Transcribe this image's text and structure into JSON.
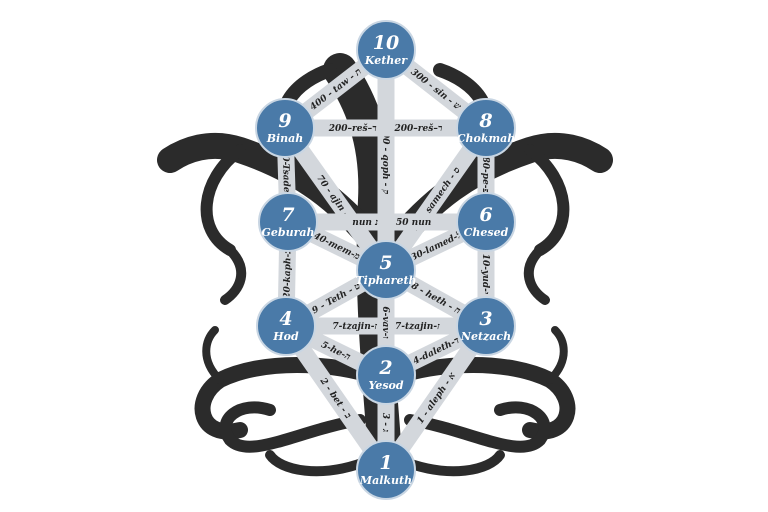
{
  "colors": {
    "node": "#4a7aa8",
    "path": "#d3d7dc",
    "tree": "#2b2b2b"
  },
  "nodes": [
    {
      "id": "kether",
      "number": "10",
      "name": "Kether"
    },
    {
      "id": "binah",
      "number": "9",
      "name": "Binah"
    },
    {
      "id": "chokmah",
      "number": "8",
      "name": "Chokmah"
    },
    {
      "id": "geburah",
      "number": "7",
      "name": "Geburah"
    },
    {
      "id": "chesed",
      "number": "6",
      "name": "Chesed"
    },
    {
      "id": "tiphareth",
      "number": "5",
      "name": "Tiphareth"
    },
    {
      "id": "hod",
      "number": "4",
      "name": "Hod"
    },
    {
      "id": "netzach",
      "number": "3",
      "name": "Netzach"
    },
    {
      "id": "yesod",
      "number": "2",
      "name": "Yesod"
    },
    {
      "id": "malkuth",
      "number": "1",
      "name": "Malkuth"
    }
  ],
  "paths": [
    {
      "from": "kether",
      "to": "binah",
      "label": "400 - taw - ת"
    },
    {
      "from": "kether",
      "to": "chokmah",
      "label": "300 - sin - ש"
    },
    {
      "from": "kether",
      "to": "tiphareth",
      "label": "100 - qoph - ק"
    },
    {
      "from": "binah",
      "to": "chokmah",
      "label": "200–reš–ר   200–reš–ר"
    },
    {
      "from": "binah",
      "to": "geburah",
      "label": "90-Tsade-צ"
    },
    {
      "from": "binah",
      "to": "tiphareth",
      "label": "70 - ajin - ע"
    },
    {
      "from": "chokmah",
      "to": "tiphareth",
      "label": "60 - samech - ס"
    },
    {
      "from": "chokmah",
      "to": "chesed",
      "label": "80-pe-פ"
    },
    {
      "from": "geburah",
      "to": "chesed",
      "label": "nun   נ   50   nun"
    },
    {
      "from": "geburah",
      "to": "tiphareth",
      "label": "40-mem-מ"
    },
    {
      "from": "chesed",
      "to": "tiphareth",
      "label": "30-lamed-ל"
    },
    {
      "from": "geburah",
      "to": "hod",
      "label": "20-kaph-כ"
    },
    {
      "from": "chesed",
      "to": "netzach",
      "label": "10-yud-י"
    },
    {
      "from": "hod",
      "to": "tiphareth",
      "label": "9 - Teth - ט"
    },
    {
      "from": "netzach",
      "to": "tiphareth",
      "label": "8 - heth - ח"
    },
    {
      "from": "hod",
      "to": "netzach",
      "label": "7-tzajin-ז   7-tzajin-ז"
    },
    {
      "from": "tiphareth",
      "to": "yesod",
      "label": "6-vav-ו"
    },
    {
      "from": "hod",
      "to": "yesod",
      "label": "5-he-ה"
    },
    {
      "from": "netzach",
      "to": "yesod",
      "label": "4-daleth-ד"
    },
    {
      "from": "yesod",
      "to": "malkuth",
      "label": "3 - ג"
    },
    {
      "from": "hod",
      "to": "malkuth",
      "label": "2 - bet - ב"
    },
    {
      "from": "netzach",
      "to": "malkuth",
      "label": "1 - aleph - א"
    }
  ]
}
